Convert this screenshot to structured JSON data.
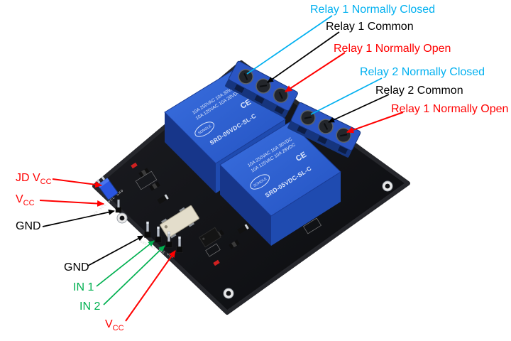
{
  "colors": {
    "cyan": "#00b0f0",
    "red": "#ff0000",
    "green": "#00b050",
    "black": "#000000",
    "relay_blue": "#2a5cd0",
    "pcb_black": "#141519"
  },
  "pin_labels": {
    "right": [
      {
        "text": "Relay 1 Normally Closed",
        "color": "#00b0f0"
      },
      {
        "text": "Relay 1 Common",
        "color": "#000000"
      },
      {
        "text": "Relay 1 Normally Open",
        "color": "#ff0000"
      },
      {
        "text": "Relay 2 Normally Closed",
        "color": "#00b0f0"
      },
      {
        "text": "Relay 2 Common",
        "color": "#000000"
      },
      {
        "text": "Relay 1 Normally Open",
        "color": "#ff0000"
      }
    ],
    "left": [
      {
        "text": "JD V",
        "sub": "CC",
        "color": "#ff0000"
      },
      {
        "text": "V",
        "sub": "CC",
        "color": "#ff0000"
      },
      {
        "text": "GND",
        "sub": "",
        "color": "#000000"
      },
      {
        "text": "GND",
        "sub": "",
        "color": "#000000"
      },
      {
        "text": "IN 1",
        "sub": "",
        "color": "#00b050"
      },
      {
        "text": "IN 2",
        "sub": "",
        "color": "#00b050"
      },
      {
        "text": "V",
        "sub": "CC",
        "color": "#ff0000"
      }
    ]
  },
  "board": {
    "relay": {
      "model": "SRD-05VDC-SL-C",
      "brand": "SONGLE",
      "spec1": "10A 250VAC  10A 30VDC",
      "spec2": "10A 125VAC  10A 28VDC",
      "ce_mark": "CE"
    },
    "silkscreen": {
      "jumper": "JD-VCC  VCC  GND",
      "header": "GND IN1 IN2 VCC"
    }
  }
}
